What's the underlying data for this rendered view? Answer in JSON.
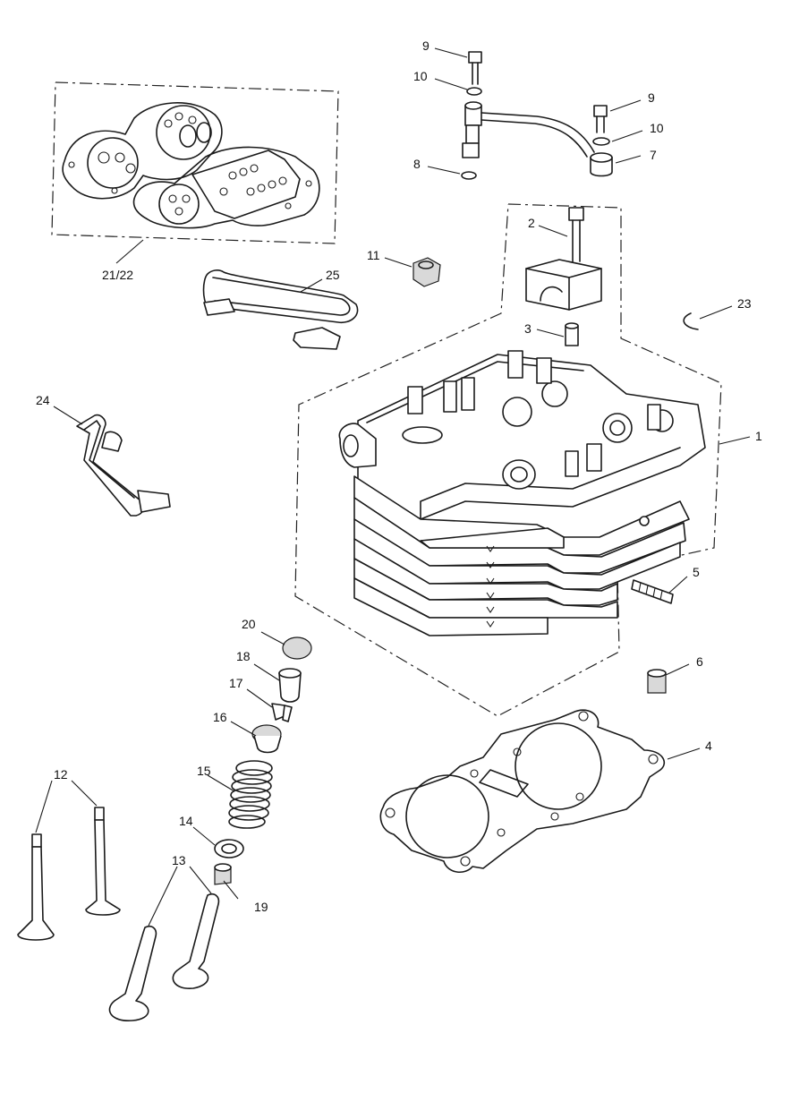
{
  "callouts": {
    "c1": "1",
    "c2": "2",
    "c3": "3",
    "c4": "4",
    "c5": "5",
    "c6": "6",
    "c7": "7",
    "c8": "8",
    "c9a": "9",
    "c9b": "9",
    "c10a": "10",
    "c10b": "10",
    "c11": "11",
    "c12": "12",
    "c13": "13",
    "c14": "14",
    "c15": "15",
    "c16": "16",
    "c17": "17",
    "c18": "18",
    "c19": "19",
    "c20": "20",
    "c21_22": "21/22",
    "c23": "23",
    "c24": "24",
    "c25": "25"
  }
}
